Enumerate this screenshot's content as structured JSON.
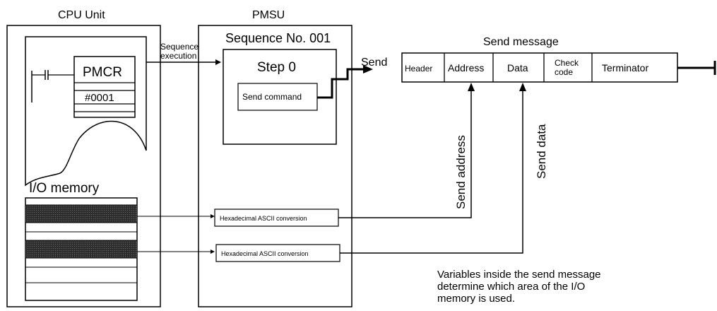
{
  "cpu_unit": {
    "title": "CPU Unit",
    "ladder": {
      "instruction": "PMCR",
      "operand": "#0001"
    },
    "io_memory_label": "I/O memory"
  },
  "pmsu": {
    "title": "PMSU",
    "sequence_label": "Sequence No. 001",
    "step_label": "Step 0",
    "send_command": "Send command",
    "conversion_1": "Hexadecimal ASCII conversion",
    "conversion_2": "Hexadecimal ASCII conversion"
  },
  "sequence_execution": {
    "line1": "Sequence",
    "line2": "execution"
  },
  "send_label": "Send",
  "send_message": {
    "title": "Send message",
    "fields": {
      "header": "Header",
      "address": "Address",
      "data": "Data",
      "check_code_1": "Check",
      "check_code_2": "code",
      "terminator": "Terminator"
    }
  },
  "send_address_label": "Send address",
  "send_data_label": "Send data",
  "note": {
    "line1": "Variables inside the send message",
    "line2": "determine which area of the I/O",
    "line3": "memory is used."
  },
  "colors": {
    "line": "#000000",
    "memory_shade": "#3a3a3a"
  }
}
